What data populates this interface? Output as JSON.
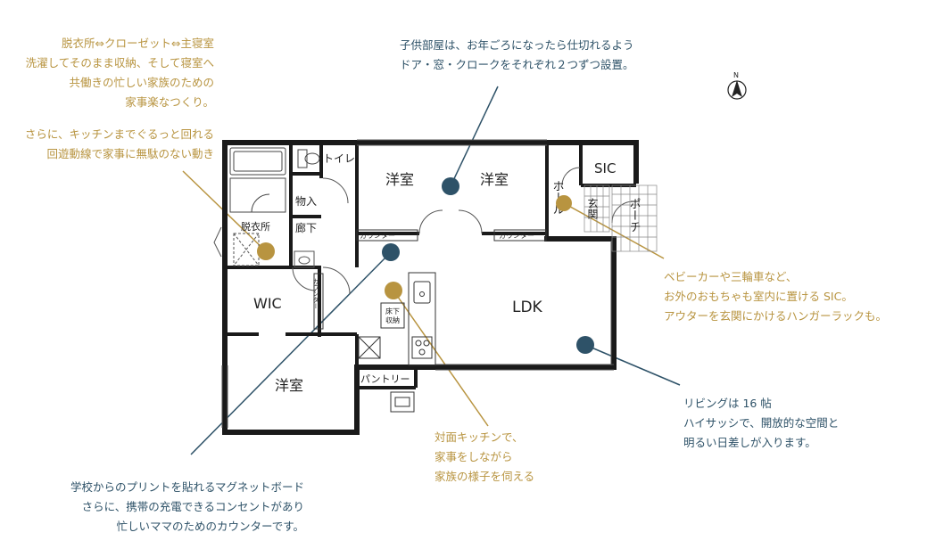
{
  "colors": {
    "gold": "#b89440",
    "teal": "#2e5268",
    "wall": "#1a1a1a"
  },
  "annotations": {
    "washroom": [
      "脱衣所⇔クローゼット⇔主寝室",
      "洗濯してそのまま収納、そして寝室へ",
      "共働きの忙しい家族のための",
      "家事楽なつくり。"
    ],
    "circulation": [
      "さらに、キッチンまでぐるっと回れる",
      "回遊動線で家事に無駄のない動き"
    ],
    "kids_room": [
      "子供部屋は、お年ごろになったら仕切れるよう",
      "ドア・窓・クロークをそれぞれ２つずつ設置。"
    ],
    "sic": [
      "ベビーカーや三輪車など、",
      "お外のおもちゃも室内に置ける SIC。",
      "アウターを玄関にかけるハンガーラックも。"
    ],
    "living": [
      "リビングは 16 帖",
      "ハイサッシで、開放的な空間と",
      "明るい日差しが入ります。"
    ],
    "kitchen": [
      "対面キッチンで、",
      "家事をしながら",
      "家族の様子を伺える"
    ],
    "counter": [
      "学校からのプリントを貼れるマグネットボード",
      "さらに、携帯の充電できるコンセントがあり",
      "忙しいママのためのカウンターです。"
    ]
  },
  "rooms": {
    "toilet": "トイレ",
    "storage": "物入",
    "hallway": "廊下",
    "washroom": "脱衣所",
    "wic": "WIC",
    "western1": "洋室",
    "western2": "洋室",
    "western3": "洋室",
    "ldk": "LDK",
    "sic": "SIC",
    "hall": "ホール",
    "entrance": "玄関",
    "porch": "ポーチ",
    "counter1": "カウンター",
    "counter2": "カウンター",
    "counter3": "カウンター",
    "floor_storage": [
      "床下",
      "収納"
    ],
    "pantry": "パントリー"
  },
  "compass": {
    "label": "N",
    "icon": "north-arrow-icon"
  }
}
